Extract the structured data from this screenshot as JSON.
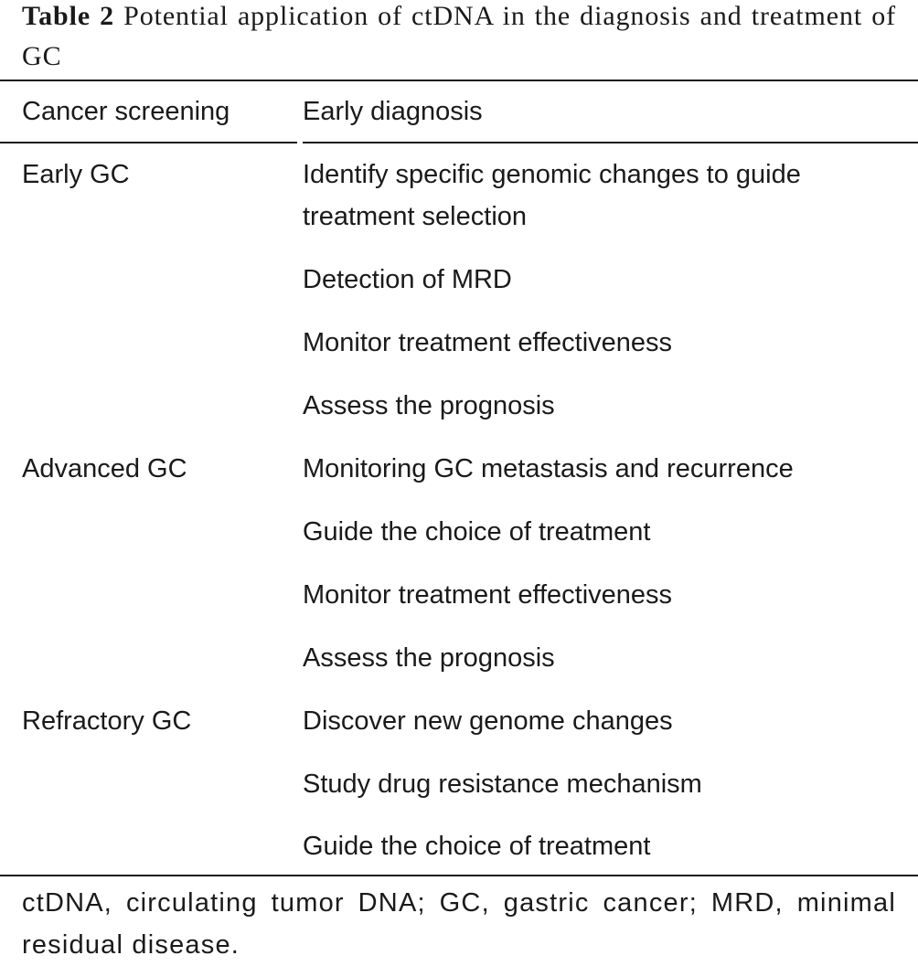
{
  "caption": {
    "label": "Table 2",
    "text": "Potential application of ctDNA in the diagnosis and treatment of GC"
  },
  "table": {
    "headers": [
      "Cancer screening",
      "Early diagnosis"
    ],
    "rows": [
      {
        "category": "Early GC",
        "application": "Identify specific genomic changes to guide treatment selection"
      },
      {
        "category": "",
        "application": "Detection of MRD"
      },
      {
        "category": "",
        "application": "Monitor treatment effectiveness"
      },
      {
        "category": "",
        "application": "Assess the prognosis"
      },
      {
        "category": "Advanced GC",
        "application": "Monitoring GC metastasis and recurrence"
      },
      {
        "category": "",
        "application": "Guide the choice of treatment"
      },
      {
        "category": "",
        "application": "Monitor treatment effectiveness"
      },
      {
        "category": "",
        "application": "Assess the prognosis"
      },
      {
        "category": "Refractory GC",
        "application": "Discover new genome changes"
      },
      {
        "category": "",
        "application": "Study drug resistance mechanism"
      },
      {
        "category": "",
        "application": "Guide the choice of treatment"
      }
    ]
  },
  "footnote": "ctDNA, circulating tumor DNA; GC, gastric cancer; MRD, minimal residual disease."
}
